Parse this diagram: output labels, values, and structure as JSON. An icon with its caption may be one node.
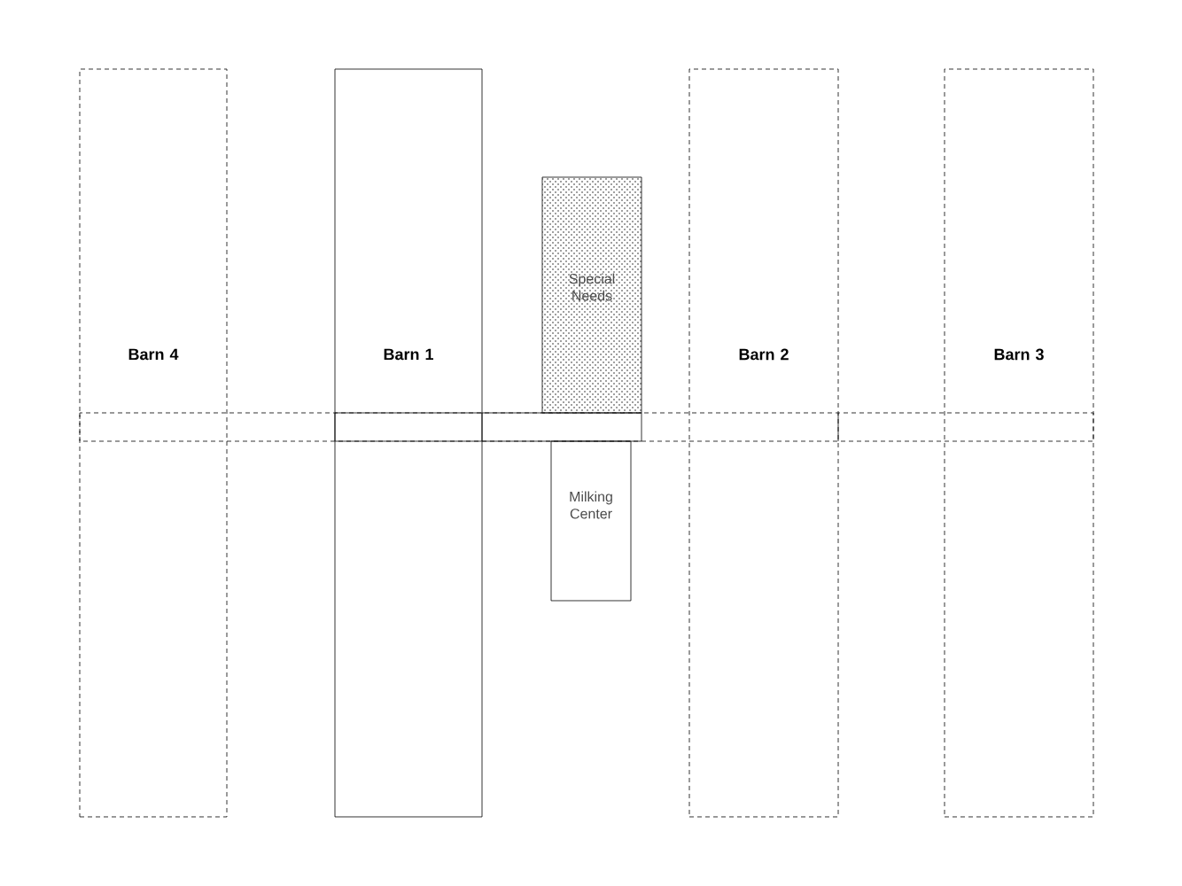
{
  "diagram": {
    "nodes": [
      {
        "text": [
          "Barn 4"
        ]
      },
      {
        "text": [
          "Barn 1"
        ]
      },
      {
        "text": [
          "Special Needs"
        ]
      },
      {
        "text": [
          "Barn 2"
        ]
      },
      {
        "text": [
          "Barn 3"
        ]
      },
      {
        "text": [
          "Milking Center"
        ]
      }
    ]
  }
}
